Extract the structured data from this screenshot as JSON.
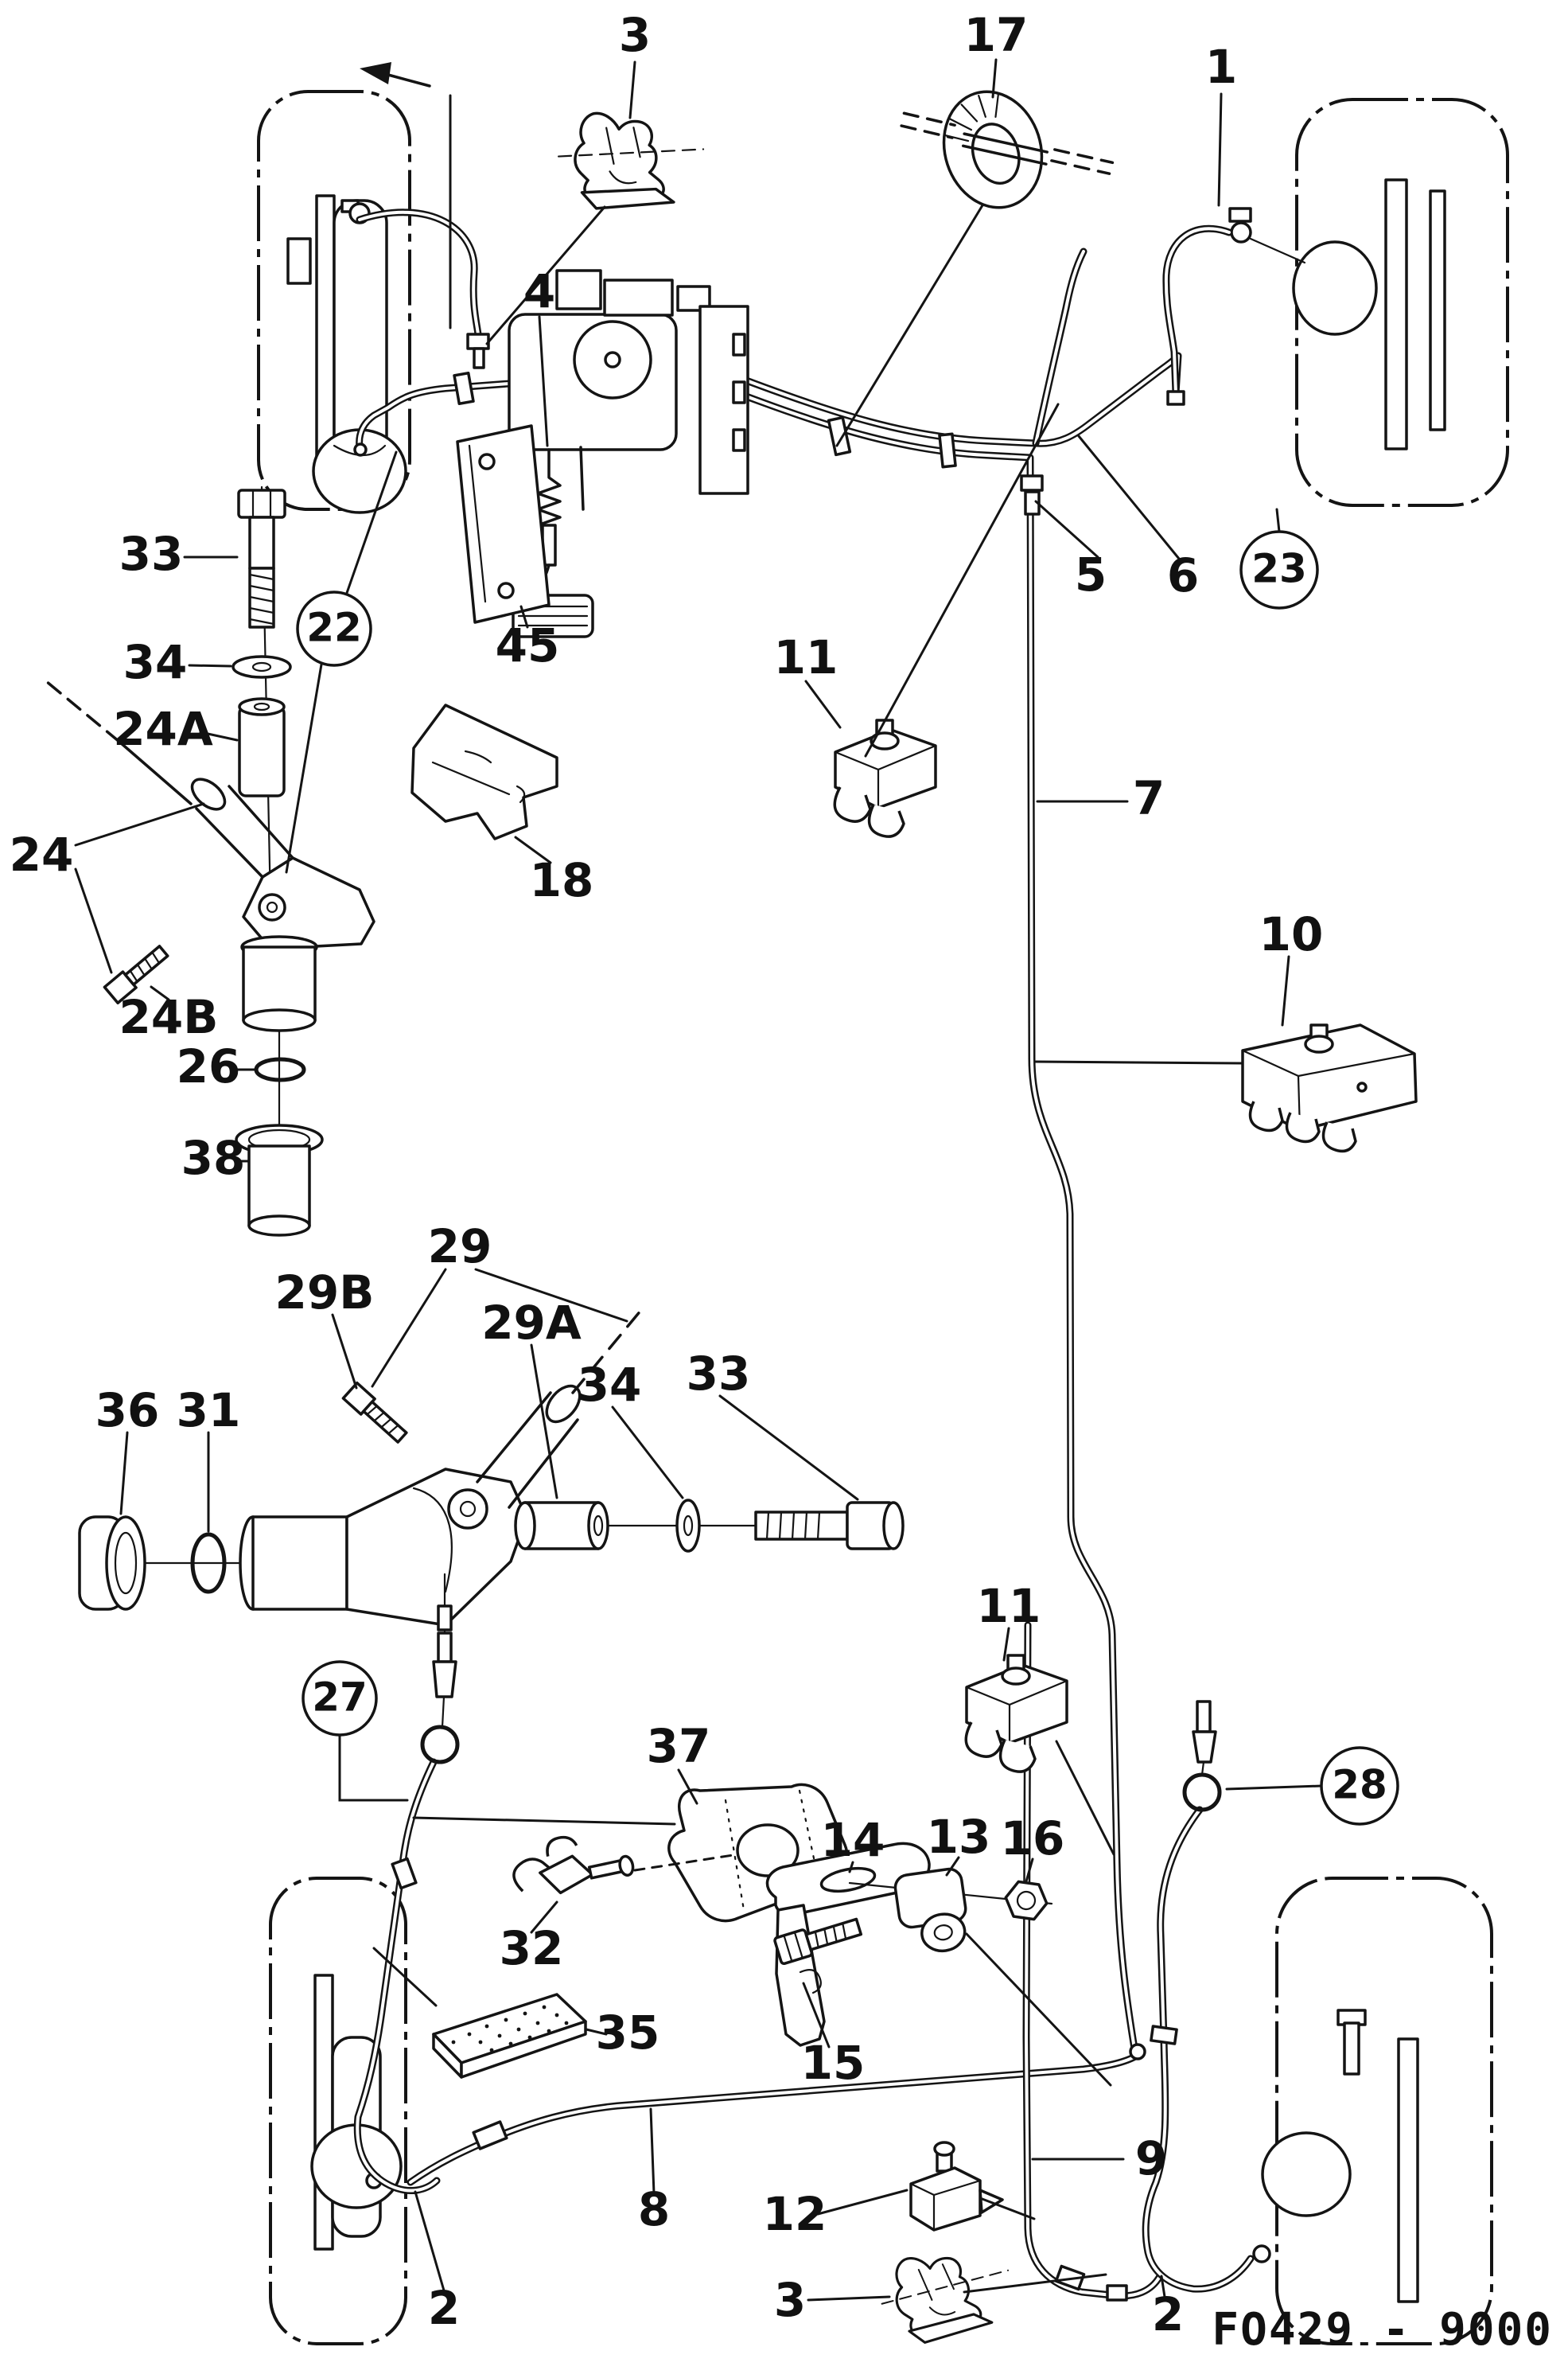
{
  "figure": {
    "code": "FO429 - 9000",
    "type": "parts-diagram",
    "ink_color": "#141414",
    "paper_color": "#ffffff"
  },
  "labels": {
    "one": "1",
    "two": "2",
    "three": "3",
    "four": "4",
    "five": "5",
    "six": "6",
    "seven": "7",
    "eight": "8",
    "nine": "9",
    "ten": "10",
    "eleven": "11",
    "twelve": "12",
    "thirteen": "13",
    "fourteen": "14",
    "fifteen": "15",
    "sixteen": "16",
    "seventeen": "17",
    "eighteen": "18",
    "twenty_two": "22",
    "twenty_three": "23",
    "twenty_four": "24",
    "twenty_four_a": "24A",
    "twenty_four_b": "24B",
    "twenty_six": "26",
    "twenty_seven": "27",
    "twenty_eight": "28",
    "twenty_nine": "29",
    "twenty_nine_a": "29A",
    "twenty_nine_b": "29B",
    "thirty_one": "31",
    "thirty_two": "32",
    "thirty_three": "33",
    "thirty_four": "34",
    "thirty_five": "35",
    "thirty_six": "36",
    "thirty_seven": "37",
    "thirty_eight": "38",
    "forty_five": "45"
  },
  "callouts": {
    "circled": [
      "22",
      "23",
      "27",
      "28"
    ],
    "plain": [
      "1",
      "2",
      "3",
      "4",
      "5",
      "6",
      "7",
      "8",
      "9",
      "10",
      "11",
      "12",
      "13",
      "14",
      "15",
      "16",
      "17",
      "18",
      "24",
      "24A",
      "24B",
      "26",
      "29",
      "29A",
      "29B",
      "31",
      "32",
      "33",
      "34",
      "35",
      "36",
      "37",
      "38",
      "45"
    ],
    "duplicated_labels": [
      "2",
      "3",
      "11",
      "33",
      "34"
    ]
  }
}
